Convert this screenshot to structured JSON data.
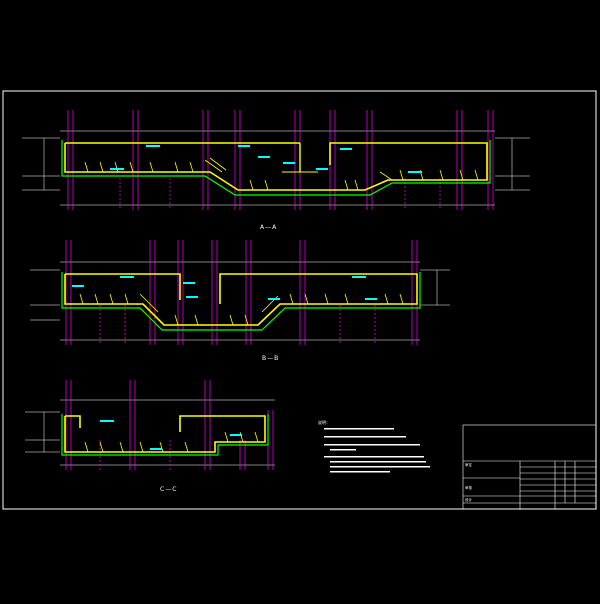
{
  "colors": {
    "background": "#000000",
    "frame": "#ffffff",
    "structure": "#ffff00",
    "wall_outline": "#00ff00",
    "dimension": "#ff00ff",
    "rebar_tag": "#00ffff",
    "callout": "#ffffff"
  },
  "sections": {
    "a": {
      "label": "A—A"
    },
    "b": {
      "label": "B—B"
    },
    "c": {
      "label": "C—C"
    }
  },
  "notes": {
    "heading": "说明："
  },
  "title_block": {
    "left_cell": "审定",
    "row_2": "审核",
    "row_3": "设计"
  }
}
